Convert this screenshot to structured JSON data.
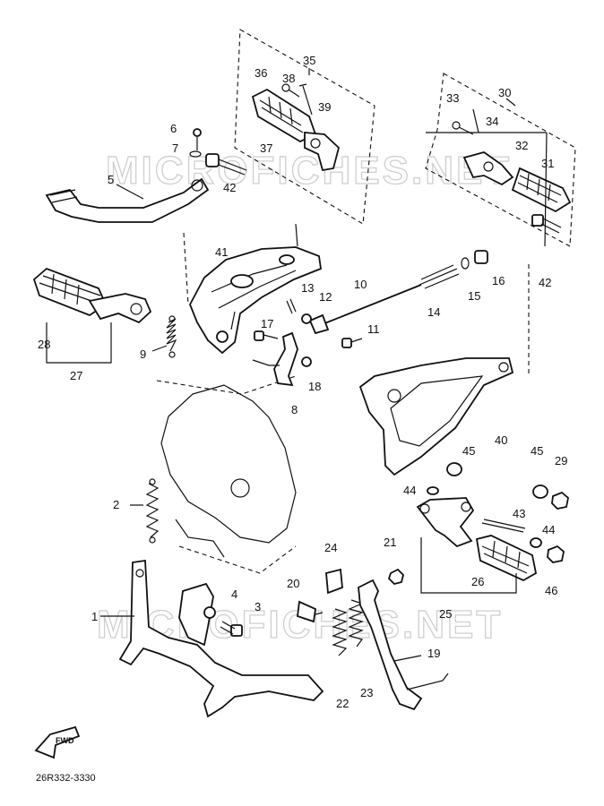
{
  "diagram": {
    "drawing_code": "26R332-3330",
    "fwd_label": "FWD",
    "watermark_text": "MICROFICHES.NET",
    "part_numbers": {
      "p1": "1",
      "p2": "2",
      "p3": "3",
      "p4": "4",
      "p5": "5",
      "p6": "6",
      "p7": "7",
      "p8": "8",
      "p9": "9",
      "p10": "10",
      "p11": "11",
      "p12": "12",
      "p13": "13",
      "p14": "14",
      "p15": "15",
      "p16": "16",
      "p17": "17",
      "p18": "18",
      "p19": "19",
      "p20": "20",
      "p21": "21",
      "p22": "22",
      "p23": "23",
      "p24": "24",
      "p25": "25",
      "p26": "26",
      "p27": "27",
      "p28": "28",
      "p29": "29",
      "p30": "30",
      "p31": "31",
      "p32": "32",
      "p33": "33",
      "p34": "34",
      "p35": "35",
      "p36": "36",
      "p37": "37",
      "p38": "38",
      "p39": "39",
      "p40": "40",
      "p41": "41",
      "p42a": "42",
      "p42b": "42",
      "p43": "43",
      "p44a": "44",
      "p44b": "44",
      "p45a": "45",
      "p45b": "45",
      "p46": "46"
    }
  }
}
